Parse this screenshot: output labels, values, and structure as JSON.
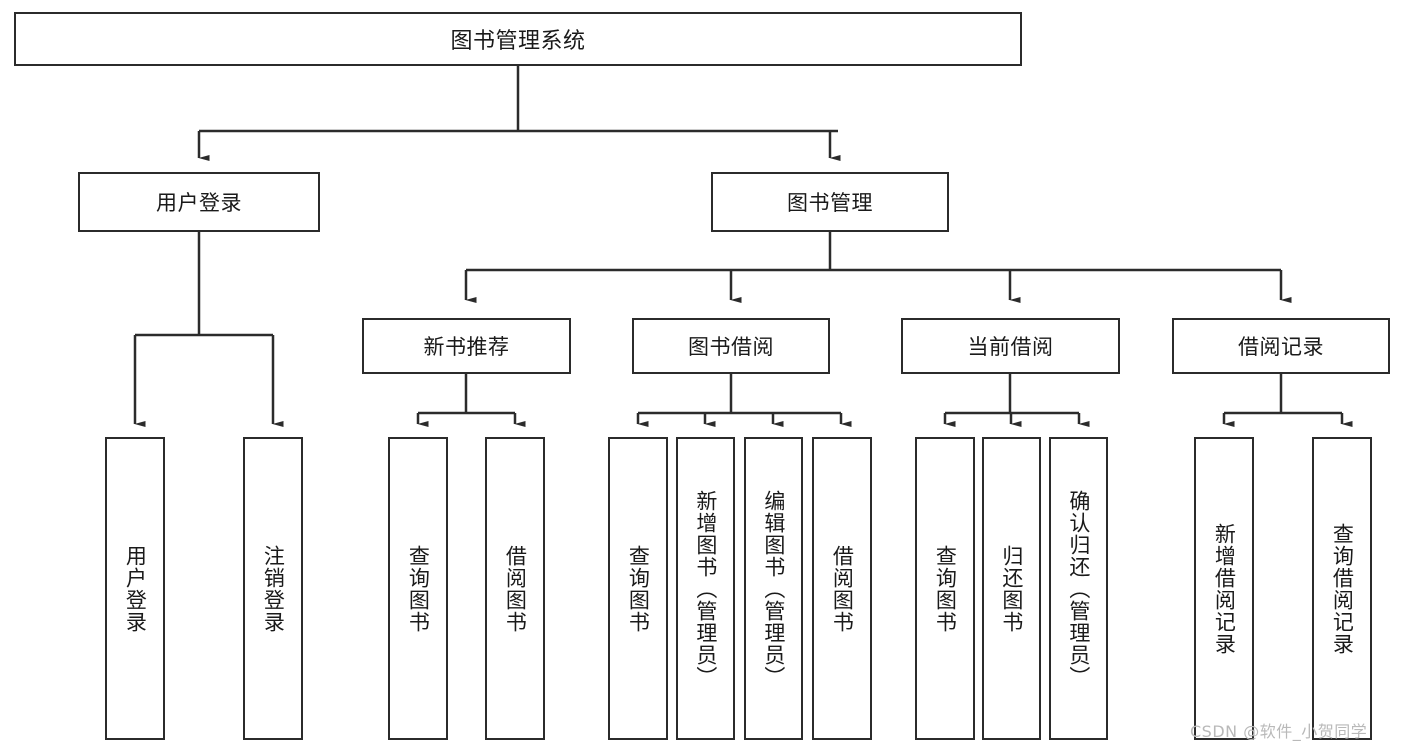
{
  "diagram": {
    "type": "tree-hierarchy-functional-decomposition",
    "root": {
      "label": "图书管理系统"
    },
    "level2": [
      {
        "label": "用户登录"
      },
      {
        "label": "图书管理"
      }
    ],
    "level3": [
      {
        "label": "新书推荐"
      },
      {
        "label": "图书借阅"
      },
      {
        "label": "当前借阅"
      },
      {
        "label": "借阅记录"
      }
    ],
    "leaves": {
      "user_login": [
        {
          "label": "用户登录"
        },
        {
          "label": "注销登录"
        }
      ],
      "new_book_recommend": [
        {
          "label": "查询图书"
        },
        {
          "label": "借阅图书"
        }
      ],
      "book_borrow": [
        {
          "label": "查询图书"
        },
        {
          "label": "新增图书（管理员）"
        },
        {
          "label": "编辑图书（管理员）"
        },
        {
          "label": "借阅图书"
        }
      ],
      "current_borrow": [
        {
          "label": "查询图书"
        },
        {
          "label": "归还图书"
        },
        {
          "label": "确认归还（管理员）"
        }
      ],
      "borrow_record": [
        {
          "label": "新增借阅记录"
        },
        {
          "label": "查询借阅记录"
        }
      ]
    }
  },
  "watermark": {
    "text": "CSDN @软件_小贺同学"
  },
  "colors": {
    "stroke": "#2b2b2b",
    "background": "#ffffff",
    "text": "#1a1a1a",
    "watermark": "#b9b9b9"
  }
}
